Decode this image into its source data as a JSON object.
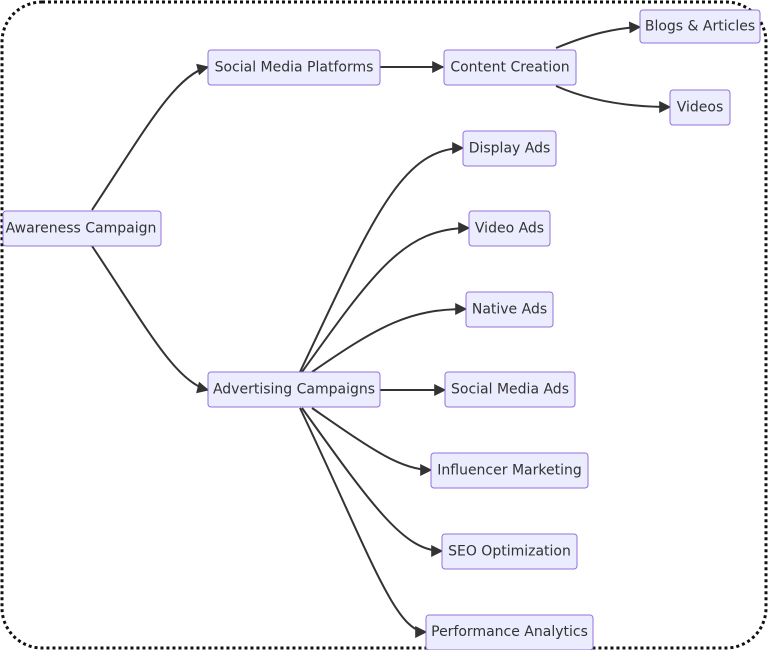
{
  "diagram": {
    "nodes": [
      {
        "id": "awareness",
        "label": "Awareness Campaign"
      },
      {
        "id": "social_platforms",
        "label": "Social Media Platforms"
      },
      {
        "id": "content_creation",
        "label": "Content Creation"
      },
      {
        "id": "blogs",
        "label": "Blogs & Articles"
      },
      {
        "id": "videos",
        "label": "Videos"
      },
      {
        "id": "ad_campaigns",
        "label": "Advertising Campaigns"
      },
      {
        "id": "display_ads",
        "label": "Display Ads"
      },
      {
        "id": "video_ads",
        "label": "Video Ads"
      },
      {
        "id": "native_ads",
        "label": "Native Ads"
      },
      {
        "id": "social_ads",
        "label": "Social Media Ads"
      },
      {
        "id": "influencer",
        "label": "Influencer Marketing"
      },
      {
        "id": "seo",
        "label": "SEO Optimization"
      },
      {
        "id": "analytics",
        "label": "Performance Analytics"
      }
    ],
    "edges": [
      {
        "from": "awareness",
        "to": "social_platforms"
      },
      {
        "from": "awareness",
        "to": "ad_campaigns"
      },
      {
        "from": "social_platforms",
        "to": "content_creation"
      },
      {
        "from": "content_creation",
        "to": "blogs"
      },
      {
        "from": "content_creation",
        "to": "videos"
      },
      {
        "from": "ad_campaigns",
        "to": "display_ads"
      },
      {
        "from": "ad_campaigns",
        "to": "video_ads"
      },
      {
        "from": "ad_campaigns",
        "to": "native_ads"
      },
      {
        "from": "ad_campaigns",
        "to": "social_ads"
      },
      {
        "from": "ad_campaigns",
        "to": "influencer"
      },
      {
        "from": "ad_campaigns",
        "to": "seo"
      },
      {
        "from": "ad_campaigns",
        "to": "analytics"
      }
    ],
    "colors": {
      "node_fill": "#ECECFF",
      "node_stroke": "#9370DB",
      "edge": "#333333",
      "text": "#333333",
      "border": "#111111"
    }
  }
}
